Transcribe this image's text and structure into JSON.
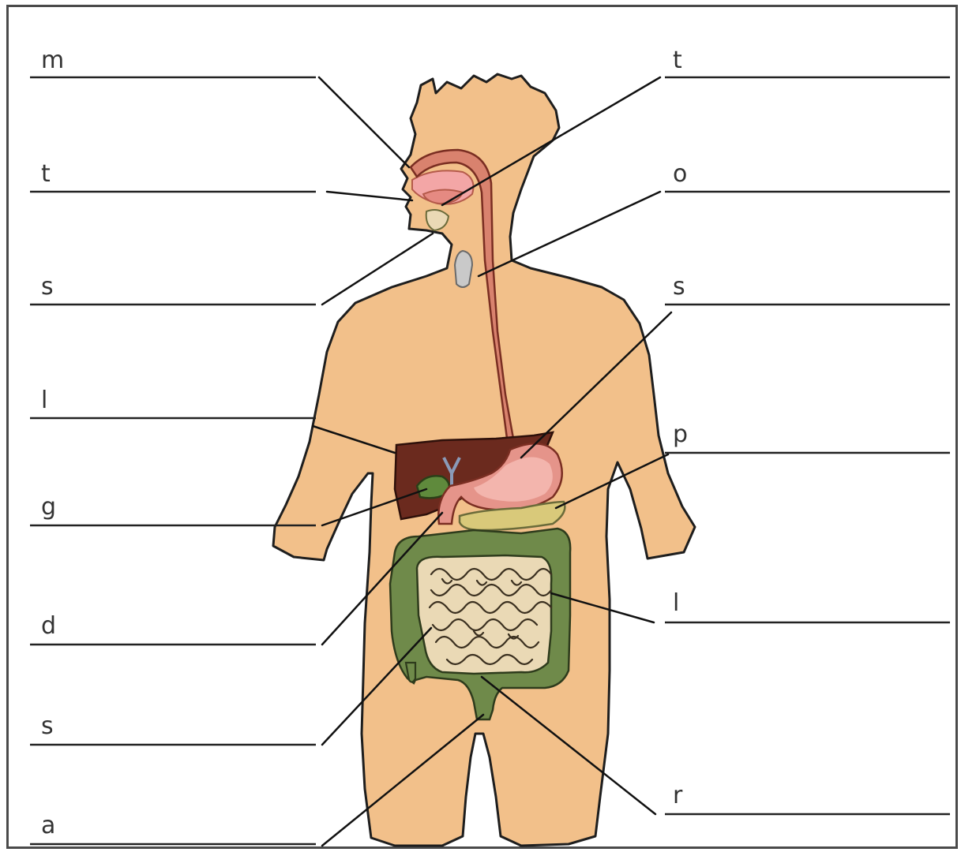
{
  "worksheet": {
    "left_labels": [
      {
        "letter": "m"
      },
      {
        "letter": "t"
      },
      {
        "letter": "s"
      },
      {
        "letter": "l"
      },
      {
        "letter": "g"
      },
      {
        "letter": "d"
      },
      {
        "letter": "s"
      },
      {
        "letter": "a"
      }
    ],
    "right_labels": [
      {
        "letter": "t"
      },
      {
        "letter": "o"
      },
      {
        "letter": "s"
      },
      {
        "letter": "p"
      },
      {
        "letter": "l"
      },
      {
        "letter": "r"
      }
    ],
    "colors": {
      "skin": "#f2c08a",
      "esophagus": "#d9826e",
      "stomach": "#e5948a",
      "liver": "#6b2a1e",
      "gallbladder": "#5f8a3c",
      "pancreas": "#d9c97a",
      "large_intestine": "#6f8a4a",
      "small_intestine": "#ead9b5",
      "mouth_pink": "#f3a6a6",
      "trachea": "#c9c9c9"
    }
  }
}
